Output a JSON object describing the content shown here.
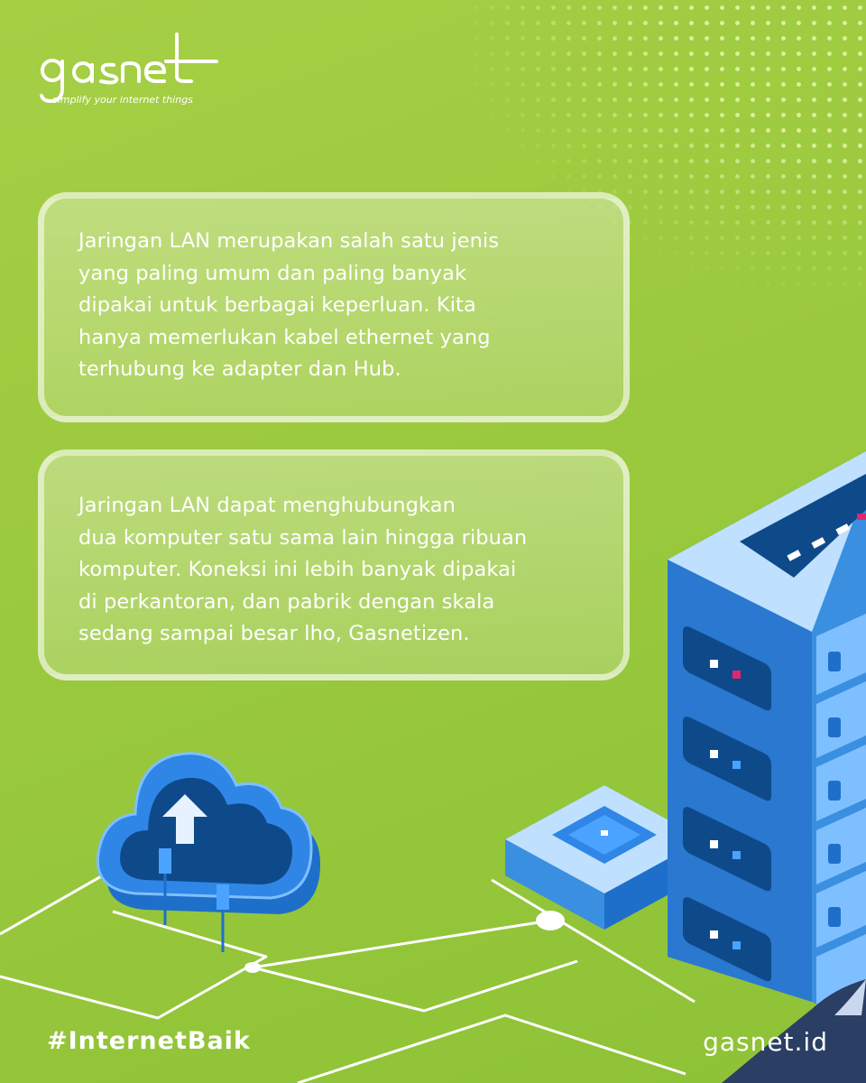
{
  "brand": {
    "logo_text": "gasnet",
    "tagline": "simplify your internet things"
  },
  "cards": [
    {
      "lines": [
        "Jaringan LAN merupakan salah satu jenis",
        "yang paling umum dan paling banyak",
        "dipakai untuk berbagai keperluan. Kita",
        "hanya memerlukan kabel ethernet yang",
        "terhubung ke adapter dan Hub."
      ]
    },
    {
      "lines": [
        "Jaringan LAN dapat menghubungkan",
        "dua komputer satu sama lain hingga ribuan",
        "komputer. Koneksi ini lebih banyak dipakai",
        "di perkantoran, dan pabrik dengan skala",
        "sedang sampai besar lho, Gasnetizen."
      ]
    }
  ],
  "footer": {
    "hashtag": "#InternetBaik",
    "website": "gasnet.id"
  },
  "colors": {
    "background": "#9bc93e",
    "server_blue": "#3b8fe0",
    "server_dark": "#0e4a8a",
    "accent_pink": "#e0266e"
  },
  "illustration": {
    "icons": [
      "cloud-upload-icon",
      "server-rack-icon",
      "network-switch-icon"
    ]
  }
}
